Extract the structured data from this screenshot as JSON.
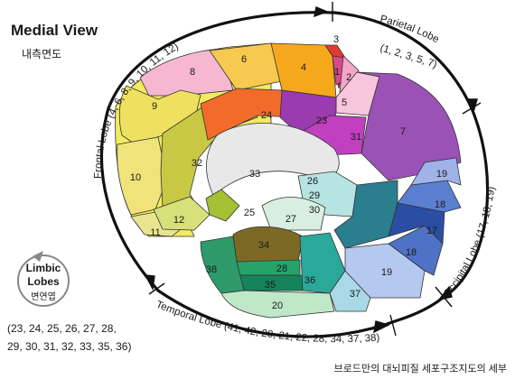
{
  "header": {
    "title": "Medial View",
    "subtitle": "내측면도"
  },
  "lobes": {
    "frontal": "Frontal Lobe (4, 6, 8, 9, 10, 11, 12)",
    "parietal": "Parietal Lobe",
    "parietal_areas": "(1, 2, 3, 5, 7)",
    "occipital": "Occipital Lobe (17, 18, 19)",
    "temporal": "Temporal Lobe (41, 42, 20, 21, 22, 28, 34, 37, 38)"
  },
  "limbic": {
    "title_line1": "Limbic",
    "title_line2": "Lobes",
    "korean": "변연엽",
    "areas_line1": "(23, 24, 25, 26, 27, 28,",
    "areas_line2": "29, 30, 31, 32, 33, 35, 36)"
  },
  "areas": [
    "1",
    "2",
    "3",
    "4",
    "5",
    "6",
    "7",
    "8",
    "9",
    "10",
    "11",
    "12",
    "17",
    "18",
    "19",
    "20",
    "23",
    "24",
    "25",
    "26",
    "27",
    "28",
    "29",
    "30",
    "31",
    "32",
    "33",
    "34",
    "35",
    "36",
    "37",
    "38",
    "18",
    "19",
    "17",
    "19"
  ],
  "footer": {
    "caption": "브로드만의 대뇌피질 세포구조지도의 세부"
  }
}
